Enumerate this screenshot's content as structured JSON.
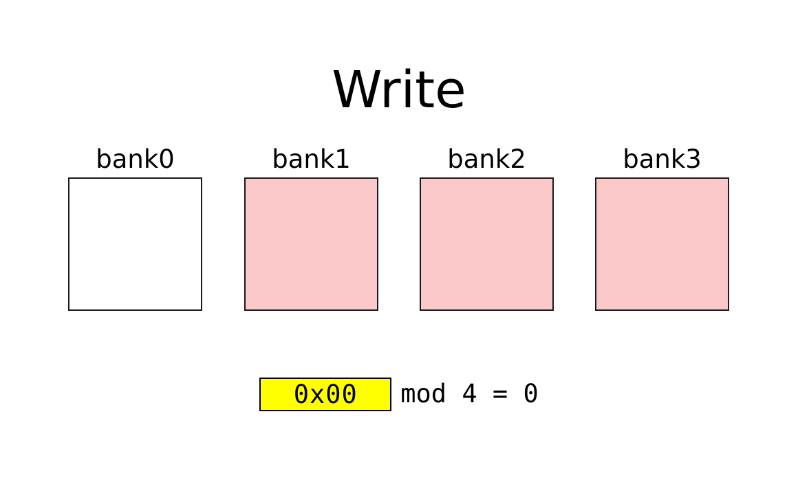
{
  "figure": {
    "title": "Write",
    "background_color": "#ffffff"
  },
  "banks": {
    "fill_active_color": "#fac8c8",
    "fill_inactive_color": "#ffffff",
    "border_color": "#1a1a1a",
    "items": [
      {
        "label": "bank0",
        "state": "inactive",
        "fill": "#ffffff"
      },
      {
        "label": "bank1",
        "state": "active",
        "fill": "#fac8c8"
      },
      {
        "label": "bank2",
        "state": "active",
        "fill": "#fac8c8"
      },
      {
        "label": "bank3",
        "state": "active",
        "fill": "#fac8c8"
      }
    ]
  },
  "expression": {
    "address": "0x00",
    "address_highlight_color": "#ffff00",
    "tail": "mod 4 = 0",
    "operator": "mod",
    "modulus": "4",
    "equals": "=",
    "result": "0"
  }
}
